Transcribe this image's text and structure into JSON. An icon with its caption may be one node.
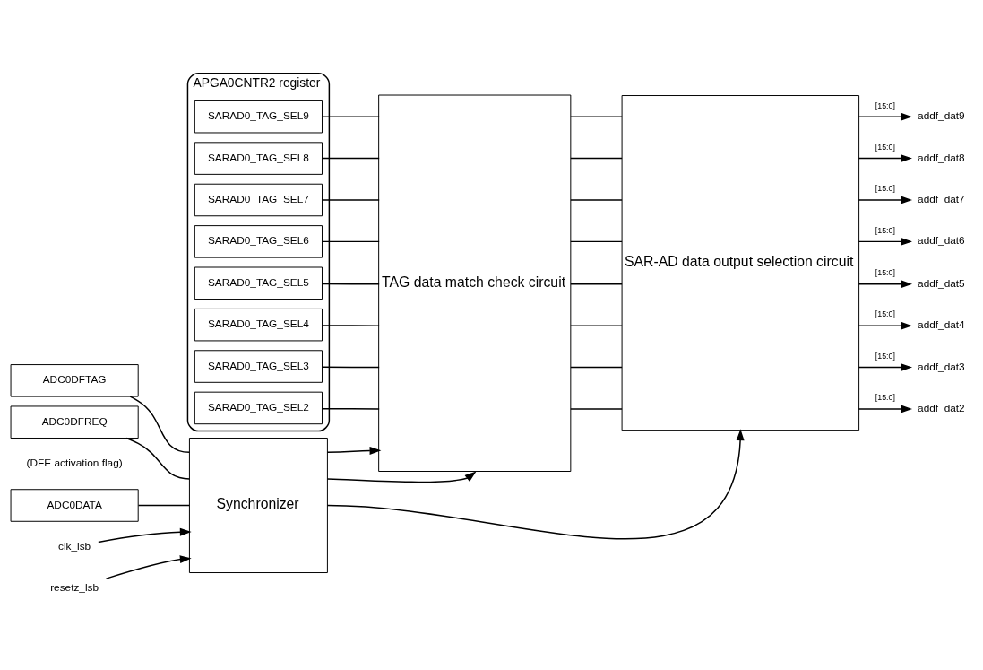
{
  "diagram": {
    "nodes": [
      {
        "text": [
          "APGA0CNTR2 register"
        ]
      },
      {
        "text": [
          "SARAD0_TAG_SEL9"
        ],
        "in": 0
      },
      {
        "text": [
          "SARAD0_TAG_SEL8"
        ],
        "in": 0
      },
      {
        "text": [
          "SARAD0_TAG_SEL7"
        ],
        "in": 0
      },
      {
        "text": [
          "SARAD0_TAG_SEL6"
        ],
        "in": 0
      },
      {
        "text": [
          "SARAD0_TAG_SEL5"
        ],
        "in": 0
      },
      {
        "text": [
          "SARAD0_TAG_SEL4"
        ],
        "in": 0
      },
      {
        "text": [
          "SARAD0_TAG_SEL3"
        ],
        "in": 0
      },
      {
        "text": [
          "SARAD0_TAG_SEL2"
        ],
        "in": 0
      },
      {
        "text": [
          "TAG data match check circuit"
        ]
      },
      {
        "text": [
          "SAR-AD data output selection circuit"
        ]
      },
      {
        "text": [
          "ADC0DFTAG"
        ]
      },
      {
        "text": [
          "ADC0DFREQ"
        ],
        "beside": [
          "(DFE activation flag)"
        ]
      },
      {
        "text": [
          "ADC0DATA"
        ]
      },
      {
        "text": [
          "Synchronizer"
        ]
      },
      {
        "text": [
          "clk_lsb"
        ]
      },
      {
        "text": [
          "resetz_lsb"
        ]
      },
      {
        "text": [
          "addf_dat9"
        ]
      },
      {
        "text": [
          "addf_dat8"
        ]
      },
      {
        "text": [
          "addf_dat7"
        ]
      },
      {
        "text": [
          "addf_dat6"
        ]
      },
      {
        "text": [
          "addf_dat5"
        ]
      },
      {
        "text": [
          "addf_dat4"
        ]
      },
      {
        "text": [
          "addf_dat3"
        ]
      },
      {
        "text": [
          "addf_dat2"
        ]
      }
    ],
    "edges": [
      {
        "from": 1,
        "to": 9,
        "arrow": "none"
      },
      {
        "from": 2,
        "to": 9,
        "arrow": "none"
      },
      {
        "from": 3,
        "to": 9,
        "arrow": "none"
      },
      {
        "from": 4,
        "to": 9,
        "arrow": "none"
      },
      {
        "from": 5,
        "to": 9,
        "arrow": "none"
      },
      {
        "from": 6,
        "to": 9,
        "arrow": "none"
      },
      {
        "from": 7,
        "to": 9,
        "arrow": "none"
      },
      {
        "from": 8,
        "to": 9,
        "arrow": "none"
      },
      {
        "from": 9,
        "to": 10,
        "arrow": "none"
      },
      {
        "from": 9,
        "to": 10,
        "arrow": "none"
      },
      {
        "from": 9,
        "to": 10,
        "arrow": "none"
      },
      {
        "from": 9,
        "to": 10,
        "arrow": "none"
      },
      {
        "from": 9,
        "to": 10,
        "arrow": "none"
      },
      {
        "from": 9,
        "to": 10,
        "arrow": "none"
      },
      {
        "from": 9,
        "to": 10,
        "arrow": "none"
      },
      {
        "from": 9,
        "to": 10,
        "arrow": "none"
      },
      {
        "from": 10,
        "to": 17,
        "arrow": "to",
        "label": "[15:0]"
      },
      {
        "from": 10,
        "to": 18,
        "arrow": "to",
        "label": "[15:0]"
      },
      {
        "from": 10,
        "to": 19,
        "arrow": "to",
        "label": "[15:0]"
      },
      {
        "from": 10,
        "to": 20,
        "arrow": "to",
        "label": "[15:0]"
      },
      {
        "from": 10,
        "to": 21,
        "arrow": "to",
        "label": "[15:0]"
      },
      {
        "from": 10,
        "to": 22,
        "arrow": "to",
        "label": "[15:0]"
      },
      {
        "from": 10,
        "to": 23,
        "arrow": "to",
        "label": "[15:0]"
      },
      {
        "from": 10,
        "to": 24,
        "arrow": "to",
        "label": "[15:0]"
      },
      {
        "from": 11,
        "to": 14,
        "arrow": "none"
      },
      {
        "from": 12,
        "to": 14,
        "arrow": "none"
      },
      {
        "from": 13,
        "to": 14,
        "arrow": "none"
      },
      {
        "from": 15,
        "to": 14,
        "arrow": "to"
      },
      {
        "from": 16,
        "to": 14,
        "arrow": "to"
      },
      {
        "from": 14,
        "to": 9,
        "arrow": "to"
      },
      {
        "from": 14,
        "to": 9,
        "arrow": "to"
      },
      {
        "from": 14,
        "to": 10,
        "arrow": "to"
      }
    ]
  }
}
